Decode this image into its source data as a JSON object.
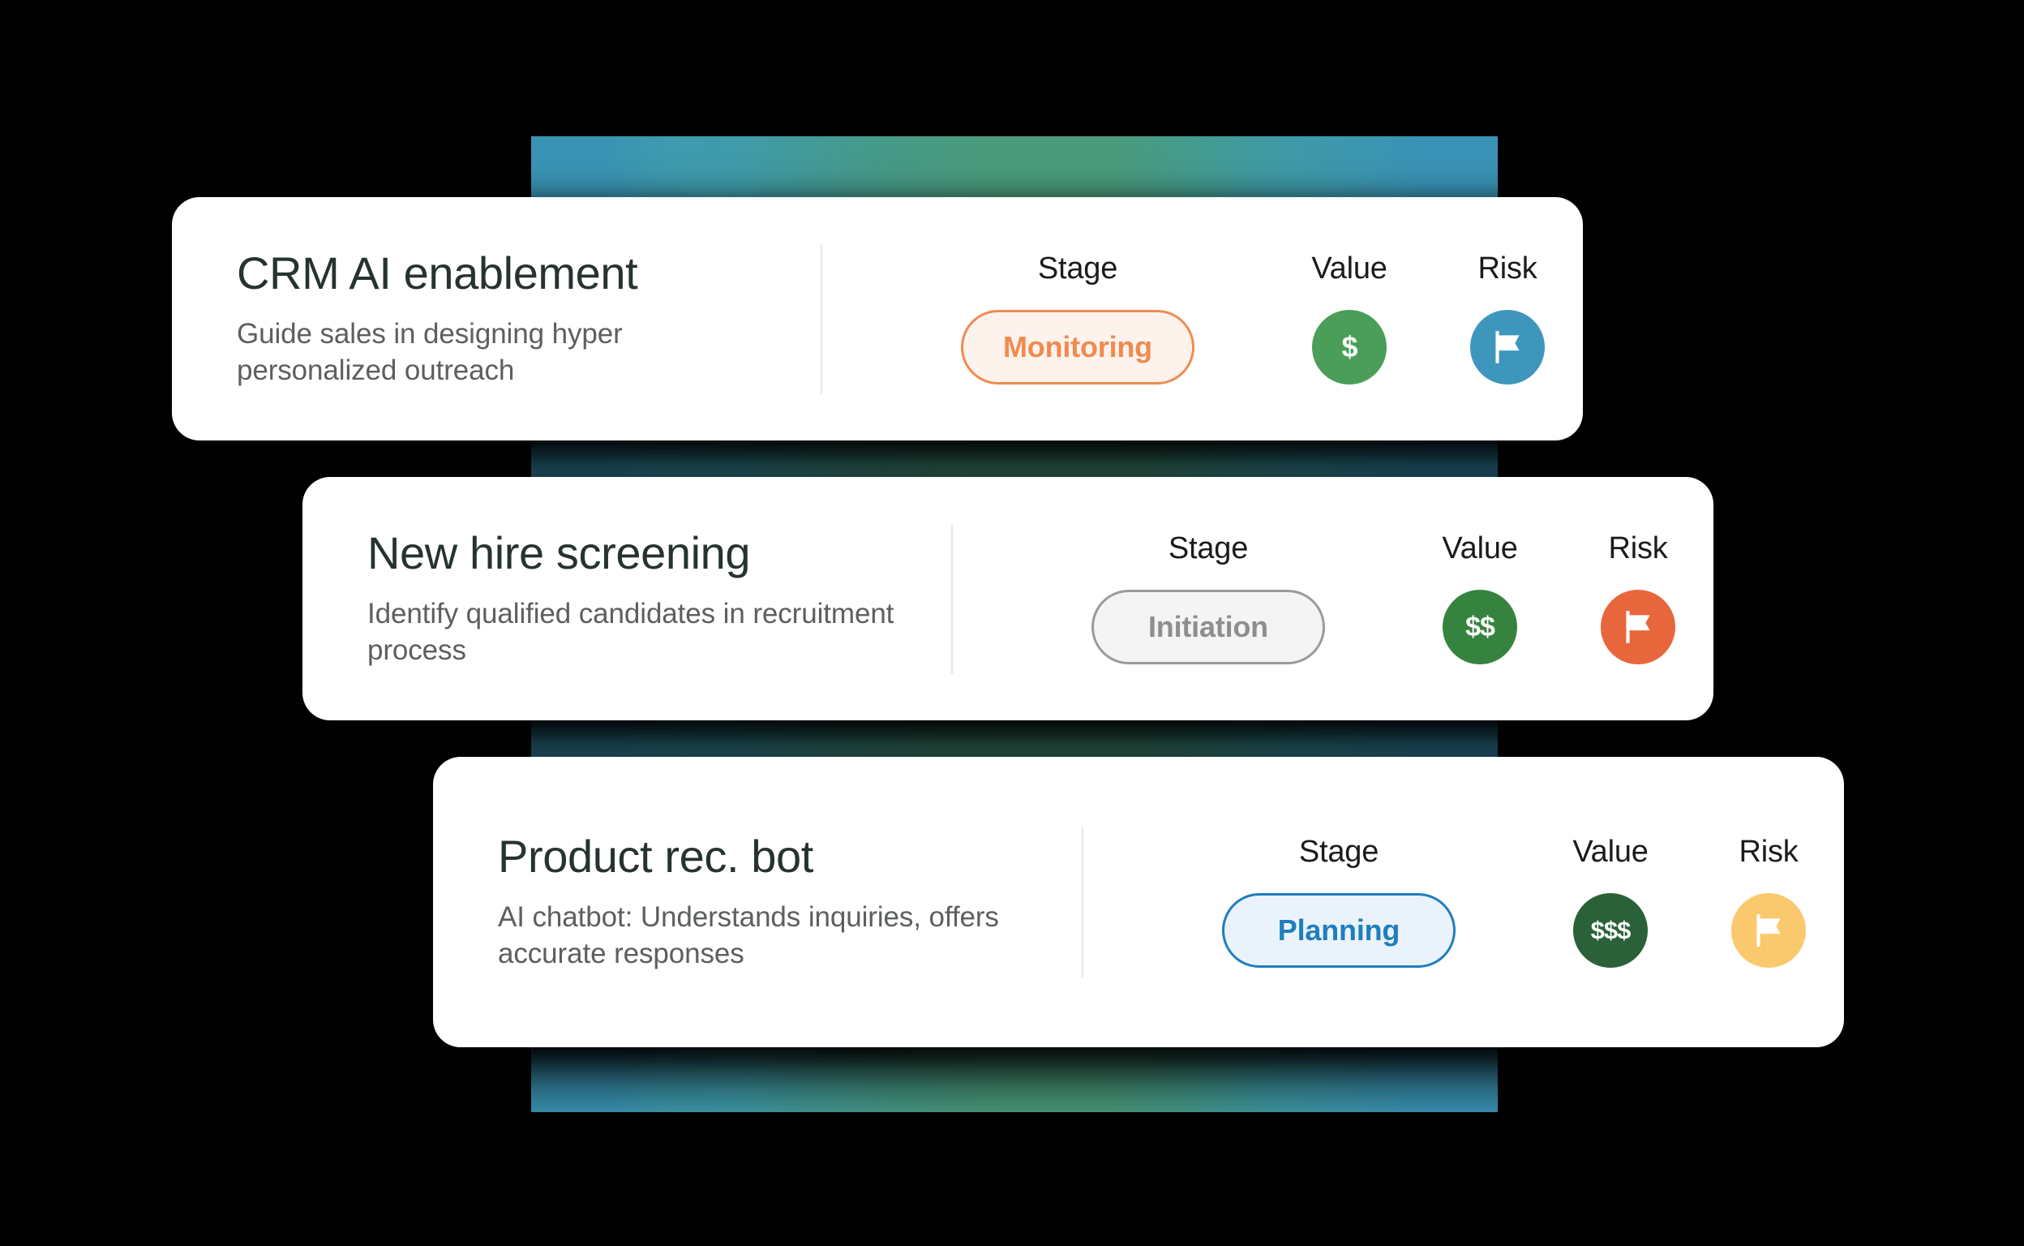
{
  "backdrop": {
    "gradient_start": "#3a94b4",
    "gradient_mid": "#4a9b7c",
    "gradient_end": "#3a93b6"
  },
  "column_labels": {
    "stage": "Stage",
    "value": "Value",
    "risk": "Risk"
  },
  "cards": [
    {
      "title": "CRM AI enablement",
      "description": "Guide sales in designing hyper personalized outreach",
      "stage": "Monitoring",
      "stage_color": "#f08b50",
      "value": "$",
      "value_color": "#4a9e59",
      "risk_icon": "flag-icon",
      "risk_color": "#3f96bd"
    },
    {
      "title": "New hire screening",
      "description": "Identify qualified candidates in recruitment process",
      "stage": "Initiation",
      "stage_color": "#8e8e8e",
      "value": "$$",
      "value_color": "#35833f",
      "risk_icon": "flag-icon",
      "risk_color": "#e8663c"
    },
    {
      "title": "Product rec. bot",
      "description": "AI chatbot: Understands inquiries, offers accurate responses",
      "stage": "Planning",
      "stage_color": "#1f7ebd",
      "value": "$$$",
      "value_color": "#2a6138",
      "risk_icon": "flag-icon",
      "risk_color": "#fbc96d"
    }
  ]
}
